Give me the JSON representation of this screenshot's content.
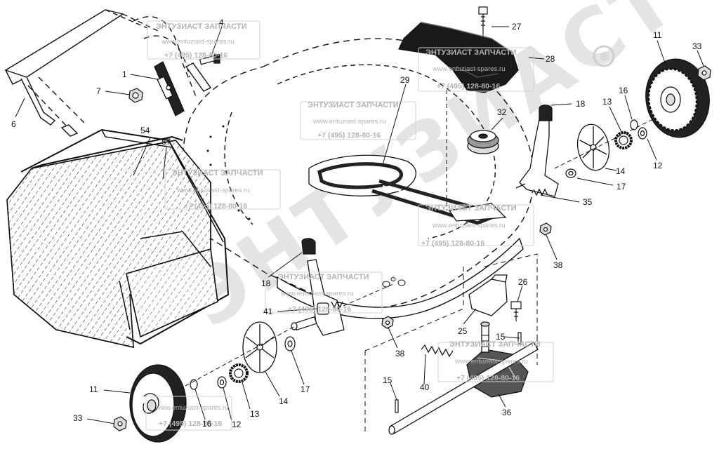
{
  "diagram": {
    "type": "exploded parts diagram",
    "callouts": {
      "c1": "1",
      "c4": "4",
      "c6": "6",
      "c7": "7",
      "c11a": "11",
      "c11b": "11",
      "c12a": "12",
      "c12b": "12",
      "c13a": "13",
      "c13b": "13",
      "c14a": "14",
      "c14b": "14",
      "c15a": "15",
      "c15b": "15",
      "c16a": "16",
      "c16b": "16",
      "c17a": "17",
      "c17b": "17",
      "c18a": "18",
      "c18b": "18",
      "c25": "25",
      "c26": "26",
      "c27": "27",
      "c28": "28",
      "c29": "29",
      "c32": "32",
      "c33a": "33",
      "c33b": "33",
      "c35": "35",
      "c36": "36",
      "c38a": "38",
      "c38b": "38",
      "c40": "40",
      "c41": "41",
      "c54": "54",
      "c57": "57"
    }
  },
  "watermark": {
    "title": "ЭНТУЗИАСТ ЗАПЧАСТИ",
    "url": "www.entuziast-spares.ru",
    "phone": "+7 (495) 128-80-16",
    "large_text": "ЭНТУЗИАСТ",
    "registered_mark": "®"
  }
}
